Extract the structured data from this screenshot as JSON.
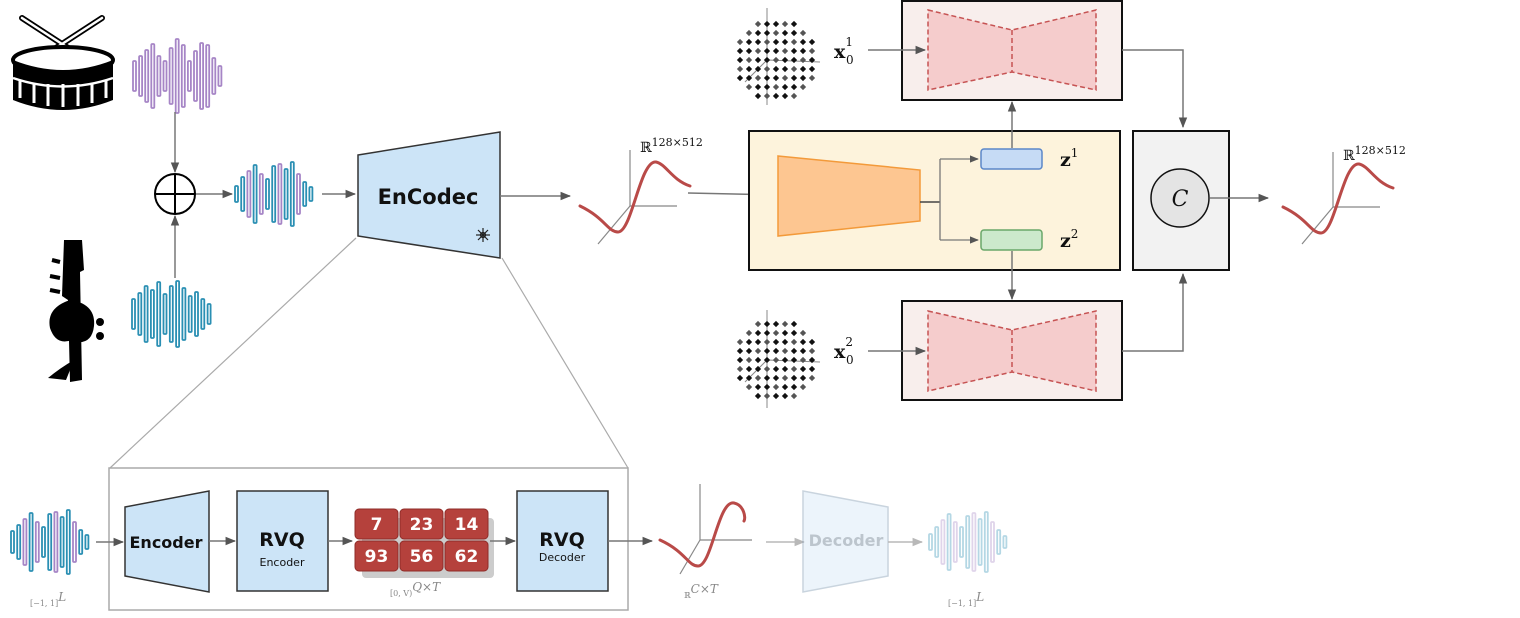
{
  "encodec": {
    "title": "EnCodec",
    "frozen_icon": "snowflake-icon"
  },
  "latent_space": {
    "input_dim_base": "ℝ",
    "input_dim_sup": "128×512",
    "output_dim_base": "ℝ",
    "output_dim_sup": "128×512"
  },
  "latents": {
    "z1_base": "z",
    "z1_sup": "1",
    "z2_base": "z",
    "z2_sup": "2"
  },
  "noise_inputs": {
    "x1_base": "x",
    "x1_sub": "0",
    "x1_sup": "1",
    "x2_base": "x",
    "x2_sub": "0",
    "x2_sup": "2"
  },
  "combiner": {
    "label": "C"
  },
  "detail": {
    "encoder_label": "Encoder",
    "rvq_encoder_title": "RVQ",
    "rvq_encoder_sub": "Encoder",
    "codes": [
      "7",
      "23",
      "14",
      "93",
      "56",
      "62"
    ],
    "codes_caption_range": "[0, V)",
    "codes_caption_exp": "Q×T",
    "rvq_decoder_title": "RVQ",
    "rvq_decoder_sub": "Decoder",
    "latent_caption_base": "ℝ",
    "latent_caption_exp": "C×T",
    "decoder_label": "Decoder",
    "input_caption_range": "[−1, 1]",
    "input_caption_exp": "L",
    "output_caption_range": "[−1, 1]",
    "output_caption_exp": "L"
  },
  "icons": {
    "drum": "drum-icon",
    "bass": "bass-guitar-icon",
    "sum": "plus-circle-icon"
  },
  "colors": {
    "purple": "#a685c6",
    "teal": "#2a8fb3",
    "encodec_fill": "#cce4f7",
    "orange_fill": "#fdc691",
    "yellow_panel": "#fdf3dc",
    "pink_panel": "#f8eeec",
    "pink_fill": "#f5cccc",
    "code_red": "#b5413c",
    "curve_red": "#b94a48"
  }
}
